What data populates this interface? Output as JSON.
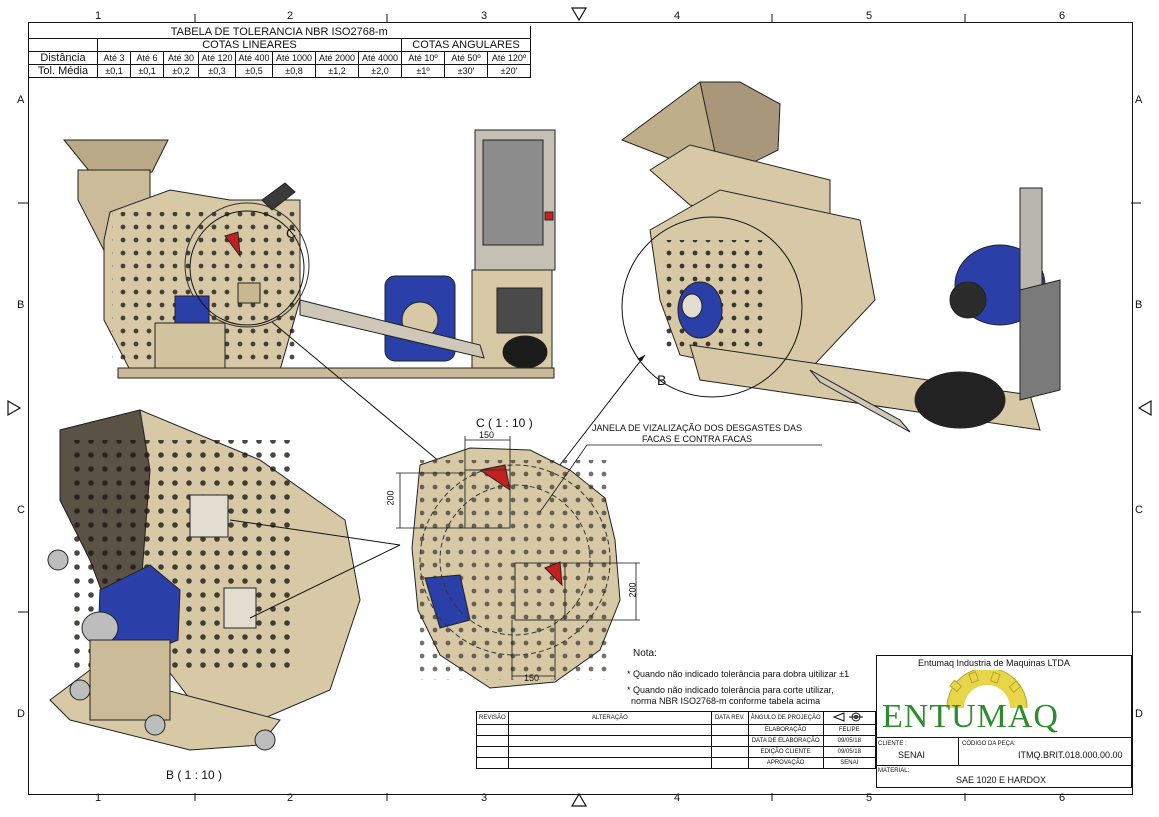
{
  "zones": {
    "columns": [
      "1",
      "2",
      "3",
      "4",
      "5",
      "6"
    ],
    "rows": [
      "A",
      "B",
      "C",
      "D"
    ]
  },
  "tolerance_table": {
    "title": "TABELA DE TOLERANCIA NBR ISO2768-m",
    "group_linear": "COTAS LINEARES",
    "group_angular": "COTAS ANGULARES",
    "row1_label": "Distância",
    "row2_label": "Tol. Média",
    "linear_heads": [
      "Até 3",
      "Até 6",
      "Até 30",
      "Até 120",
      "Até 400",
      "Até 1000",
      "Até 2000",
      "Até 4000"
    ],
    "linear_vals": [
      "±0,1",
      "±0,1",
      "±0,2",
      "±0,3",
      "±0,5",
      "±0,8",
      "±1,2",
      "±2,0"
    ],
    "angular_heads": [
      "Até 10º",
      "Até 50º",
      "Até 120º"
    ],
    "angular_vals": [
      "±1º",
      "±30'",
      "±20'"
    ]
  },
  "views": {
    "detail_c_marker": "C",
    "detail_b_marker": "B",
    "detail_c_title": "C ( 1 : 10 )",
    "detail_b_title": "B ( 1 : 10 )",
    "callout": "JANELA DE VIZALIZAÇÃO DOS DESGASTES DAS\nFACAS E CONTRA FACAS",
    "dims": {
      "w_top": "150",
      "h_left": "200",
      "h_right": "200",
      "w_bottom": "150"
    }
  },
  "notes": {
    "heading": "Nota:",
    "line1": "* Quando não indicado tolerância para dobra uitilizar ±1",
    "line2": "* Quando não indicado tolerância para corte utilizar,",
    "line3": "norma NBR ISO2768-m conforme tabela acima"
  },
  "revision_block": {
    "col_rev": "REVISÃO",
    "col_change": "ALTERAÇÃO",
    "col_date": "DATA REV.",
    "projection_label": "ÂNGULO DE PROJEÇÃO",
    "rows": [
      {
        "label": "ELABORAÇÃO",
        "value": "FELIPE"
      },
      {
        "label": "DATA DE ELABORAÇÃO",
        "value": "09/05/18"
      },
      {
        "label": "EDIÇÃO CLIENTE",
        "value": "09/05/18"
      },
      {
        "label": "APROVAÇÃO",
        "value": "SENAI"
      }
    ]
  },
  "title_block": {
    "company": "Entumaq Industria de Maquinas LTDA",
    "logo_text": "ENTUMAQ",
    "client_label": "CLIENTE :",
    "client_value": "SENAI",
    "code_label": "CÓDIGO DA PEÇA:",
    "code_value": "ITMQ.BRIT.018.000.00.00",
    "material_label": "MATERIAL:",
    "material_value": "SAE 1020 E  HARDOX"
  },
  "colors": {
    "machine_beige": "#d8c9a6",
    "machine_dark": "#5a5345",
    "motor_blue": "#2a3fa8",
    "window_red": "#c42020",
    "logo_green": "#2e8b2e",
    "gear_yellow": "#e8d64a"
  }
}
